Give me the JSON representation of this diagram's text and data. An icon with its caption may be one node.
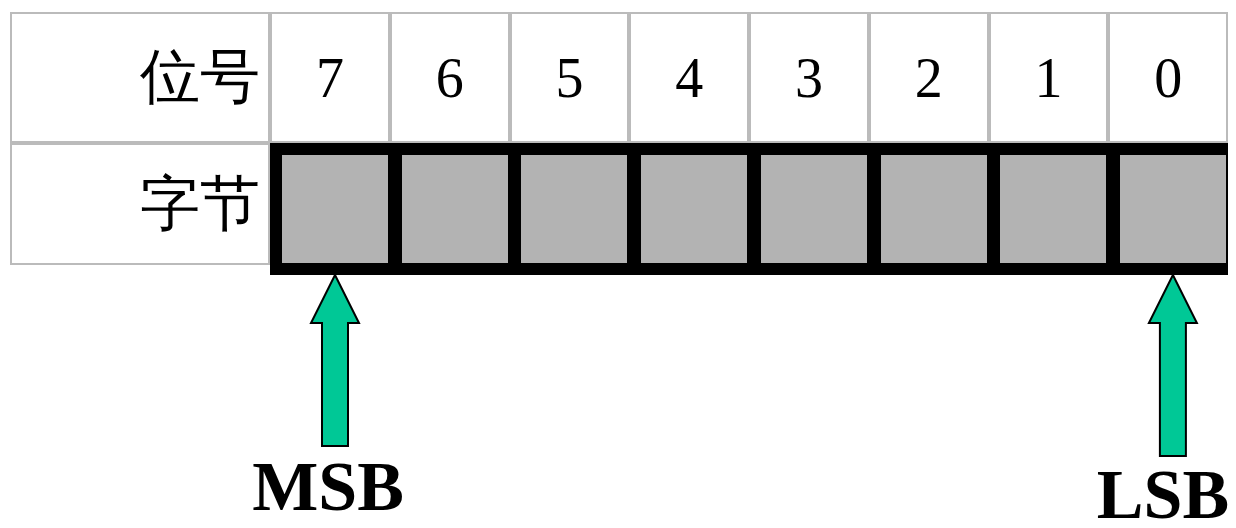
{
  "diagram": {
    "nodes": [
      {
        "text": [],
        "shape": "box"
      },
      {
        "text": [],
        "shape": "box"
      },
      {
        "text": [],
        "shape": "box"
      },
      {
        "text": [],
        "shape": "box"
      },
      {
        "text": [],
        "shape": "box"
      },
      {
        "text": [],
        "shape": "box"
      },
      {
        "text": [],
        "shape": "box"
      },
      {
        "text": [],
        "shape": "box"
      },
      {
        "text": [
          "MSB"
        ]
      },
      {
        "text": [
          "LSB"
        ]
      }
    ],
    "edges": [
      {
        "from": 8,
        "to": 0,
        "arrow": "to"
      },
      {
        "from": 9,
        "to": 7,
        "arrow": "to"
      }
    ],
    "labels": [
      "位号",
      "7",
      "6",
      "5",
      "4",
      "3",
      "2",
      "1",
      "0",
      "字节"
    ]
  }
}
